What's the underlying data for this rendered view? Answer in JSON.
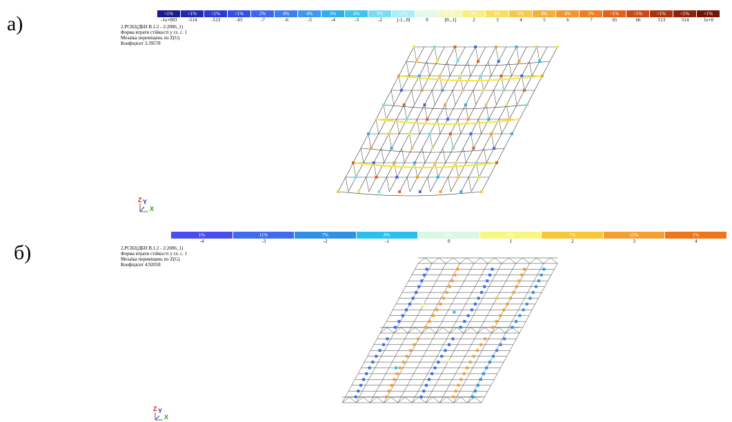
{
  "panel_a": {
    "label": "а)",
    "legend": [
      {
        "pct": "<1%",
        "tick": "-1e+003",
        "color": "#1a1a8c"
      },
      {
        "pct": "<1%",
        "tick": "-514",
        "color": "#2228b0"
      },
      {
        "pct": "<1%",
        "tick": "-513",
        "color": "#2b3ad0"
      },
      {
        "pct": "<1%",
        "tick": "-65",
        "color": "#3550e0"
      },
      {
        "pct": "2%",
        "tick": "-7",
        "color": "#3d68ee"
      },
      {
        "pct": "4%",
        "tick": "-6",
        "color": "#3f80f0"
      },
      {
        "pct": "4%",
        "tick": "-5",
        "color": "#3f98ec"
      },
      {
        "pct": "5%",
        "tick": "-4",
        "color": "#2fb0ea"
      },
      {
        "pct": "4%",
        "tick": "-3",
        "color": "#3cc6ee"
      },
      {
        "pct": "5%",
        "tick": "-2",
        "color": "#7adcf2"
      },
      {
        "pct": "17%",
        "tick": "[-1...0]",
        "color": "#a8eef6"
      },
      {
        "pct": "17%",
        "tick": "0",
        "color": "#e2f8e8"
      },
      {
        "pct": "17%",
        "tick": "[0...1]",
        "color": "#f4f8b8"
      },
      {
        "pct": "3%",
        "tick": "2",
        "color": "#f8ee8a"
      },
      {
        "pct": "4%",
        "tick": "3",
        "color": "#f8de62"
      },
      {
        "pct": "5%",
        "tick": "4",
        "color": "#f8c84a"
      },
      {
        "pct": "4%",
        "tick": "5",
        "color": "#f4b03c"
      },
      {
        "pct": "4%",
        "tick": "6",
        "color": "#f09830"
      },
      {
        "pct": "3%",
        "tick": "7",
        "color": "#ec7e24"
      },
      {
        "pct": "<1%",
        "tick": "65",
        "color": "#e0621c"
      },
      {
        "pct": "<1%",
        "tick": "66",
        "color": "#c84a16"
      },
      {
        "pct": "<1%",
        "tick": "513",
        "color": "#a83410"
      },
      {
        "pct": "<1%",
        "tick": "514",
        "color": "#8c220c"
      },
      {
        "pct": "<1%",
        "tick": "1e+0",
        "color": "#701408"
      }
    ],
    "info": [
      "2.РСН2(ДБН В.1.2 - 2:2006_1)",
      "Форма втрати стійкості у гл. с. 1",
      "Мозаїка переміщень по Z(G)",
      "Коефіцієнт  3.39578"
    ]
  },
  "panel_b": {
    "label": "б)",
    "legend": [
      {
        "pct": "1%",
        "tick": "-4",
        "color": "#4a4ef0"
      },
      {
        "pct": "11%",
        "tick": "-3",
        "color": "#3d6cf0"
      },
      {
        "pct": "7%",
        "tick": "-2",
        "color": "#2f90e4"
      },
      {
        "pct": "8%",
        "tick": "-1",
        "color": "#28c0ee"
      },
      {
        "pct": "44%",
        "tick": "0",
        "color": "#dcf6e4"
      },
      {
        "pct": "9%",
        "tick": "1",
        "color": "#f6f680"
      },
      {
        "pct": "7%",
        "tick": "2",
        "color": "#f6c838"
      },
      {
        "pct": "11%",
        "tick": "3",
        "color": "#f4a030"
      },
      {
        "pct": "1%",
        "tick": "4",
        "color": "#f07418"
      }
    ],
    "info": [
      "2.РСН2(ДБН В.1.2 - 2:2006_1)",
      "Форма втрати стійкості у гл. с. 1",
      "Мозаїка переміщень по Z(G)",
      "Коефіцієнт  4.92018"
    ]
  },
  "axes": {
    "z": "Z",
    "y": "Y",
    "x": "X"
  },
  "colors": {
    "mesh": "#303030",
    "z": "#d02020",
    "y": "#2030c0",
    "x": "#20a020",
    "dash": "#58a858"
  }
}
